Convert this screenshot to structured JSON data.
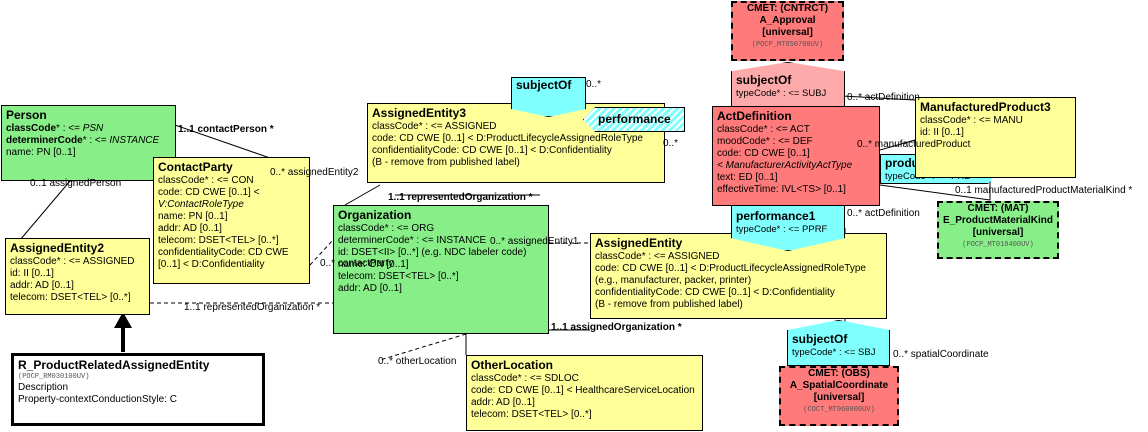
{
  "person": {
    "title": "Person",
    "rows": [
      {
        "k": "classCode",
        "s": "* : <= ",
        "v": "PSN",
        "it": true
      },
      {
        "k": "determinerCode",
        "s": "* : <= ",
        "v": "INSTANCE",
        "it": true
      },
      {
        "k": "",
        "s": "",
        "v": "name: PN [0..1]",
        "it": false
      }
    ]
  },
  "assigned_entity2": {
    "title": "AssignedEntity2",
    "rows": [
      "classCode* : <= ASSIGNED",
      "id: II [0..1]",
      "addr: AD [0..1]",
      "telecom: DSET<TEL> [0..*]"
    ]
  },
  "r_product": {
    "title": "R_ProductRelatedAssignedEntity",
    "code": "(POCP_RM030100UV)",
    "rows": [
      "Description",
      "Property-contextConductionStyle: C"
    ]
  },
  "contact_party": {
    "title": "ContactParty",
    "class_code": "classCode* : <= CON",
    "code": "code: CD CWE [0..1] <",
    "code_vocab": "V:ContactRoleType",
    "name": "name: PN [0..1]",
    "addr": "addr: AD [0..1]",
    "telecom": "telecom: DSET<TEL> [0..*]",
    "conf": "confidentialityCode: CD CWE",
    "conf2": "[0..1] < D:Confidentiality"
  },
  "assigned_entity3": {
    "title": "AssignedEntity3",
    "class_code": "classCode* : <= ASSIGNED",
    "code": "code: CD CWE [0..1] < D:ProductLifecycleAssignedRoleType",
    "conf": "confidentialityCode: CD CWE [0..1] < D:Confidentiality",
    "note": " (B - remove from published label)"
  },
  "organization": {
    "title": "Organization",
    "class_code": "classCode* : <= ORG",
    "determiner": "determinerCode* : <= INSTANCE",
    "id": "id: DSET<II> [0..*] (e.g. NDC labeler code)",
    "name": "name: ON [0..1]",
    "telecom": "telecom: DSET<TEL> [0..*]",
    "addr": "addr: AD [0..1]"
  },
  "assigned_entity": {
    "title": "AssignedEntity",
    "class_code": "classCode* : <= ASSIGNED",
    "code": "code: CD CWE [0..1] < D:ProductLifecycleAssignedRoleType",
    "code2": "(e.g., manufacturer, packer, printer)",
    "conf": "confidentialityCode: CD CWE [0..1] < D:Confidentiality",
    "note": " (B - remove from published label)"
  },
  "other_location": {
    "title": "OtherLocation",
    "class_code": "classCode* : <= SDLOC",
    "code": "code: CD CWE [0..1] < HealthcareServiceLocation",
    "addr": "addr: AD [0..1]",
    "telecom": "telecom: DSET<TEL> [0..*]"
  },
  "act_definition": {
    "title": "ActDefinition",
    "class_code": "classCode* : <= ACT",
    "mood_code": "moodCode* : <= DEF",
    "code": "code: CD CWE [0..1]",
    "code2": " < ManufacturerActivityActType",
    "text": "text: ED [0..1]",
    "eff": "effectiveTime: IVL<TS> [0..1]"
  },
  "manufactured_product3": {
    "title": "ManufacturedProduct3",
    "class_code": "classCode* : <= MANU",
    "id": "id: II [0..1]"
  },
  "cmet_approval": {
    "l1": "CMET: (CNTRCT)",
    "l2": "A_Approval",
    "l3": "[universal]",
    "code": "(POCP_MT050700UV)"
  },
  "cmet_mat": {
    "l1": "CMET: (MAT)",
    "l2": "E_ProductMaterialKind",
    "l3": "[universal]",
    "code": "(POCP_MT010400UV)"
  },
  "cmet_obs": {
    "l1": "CMET: (OBS)",
    "l2": "A_SpatialCoordinate",
    "l3": "[universal]",
    "code": "(COCT_MT960000UV)"
  },
  "subject_of_top": {
    "title": "subjectOf",
    "type": "typeCode* : <= SUBJ"
  },
  "subject_of_bottom": {
    "title": "subjectOf",
    "type": "typeCode* : <= SBJ"
  },
  "performance1": {
    "title": "performance1",
    "type": "typeCode* : <= PPRF"
  },
  "product": {
    "title": "product",
    "type": "typeCode* : <= PRD"
  },
  "subject_of_ae3": {
    "title": "subjectOf"
  },
  "performance": {
    "title": "performance"
  },
  "labels": {
    "contact_person": "1..1 contactPerson  *",
    "assigned_person": "0..1 assignedPerson",
    "assigned_entity2_lbl": "0..* assignedEntity2",
    "represented_org_top": "1..1 representedOrganization  *",
    "represented_org_bottom": "1..1 representedOrganization  *",
    "contact_party_lbl": "0..* contactParty",
    "assigned_entity1_lbl": "0..* assignedEntity1",
    "assigned_org": "1..1 assignedOrganization  *",
    "other_location_lbl": "0..* otherLocation",
    "act_def_top": "0..* actDefinition",
    "act_def_bottom": "0..* actDefinition",
    "manufactured_product_lbl": "0..* manufacturedProduct",
    "mat_kind_lbl": "0..1 manufacturedProductMaterialKind  *",
    "spatial_lbl": "0..* spatialCoordinate",
    "star_ae3": "0..*",
    "star_subject": "0..*"
  }
}
